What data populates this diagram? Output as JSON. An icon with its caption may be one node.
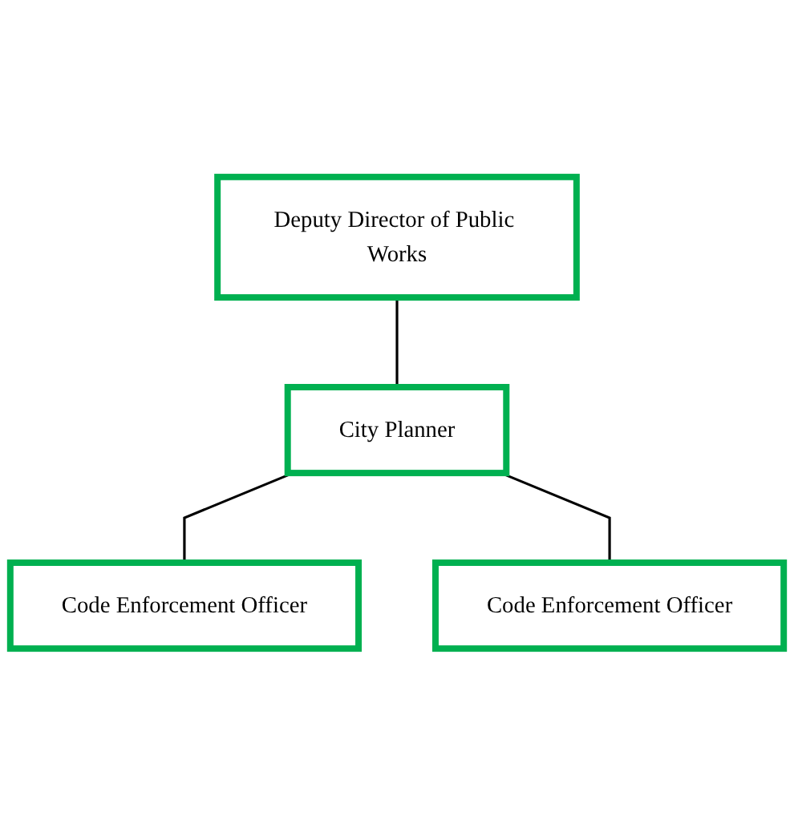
{
  "diagram": {
    "nodes": [
      {
        "text": [
          "Deputy Director of Public Works"
        ]
      },
      {
        "text": [
          "City Planner"
        ]
      },
      {
        "text": [
          "Code Enforcement Officer"
        ]
      },
      {
        "text": [
          "Code Enforcement Officer"
        ]
      }
    ],
    "edges": [
      {
        "from": 0,
        "to": 1,
        "arrow": "none"
      },
      {
        "from": 1,
        "to": 2,
        "arrow": "none"
      },
      {
        "from": 1,
        "to": 3,
        "arrow": "none"
      }
    ]
  }
}
